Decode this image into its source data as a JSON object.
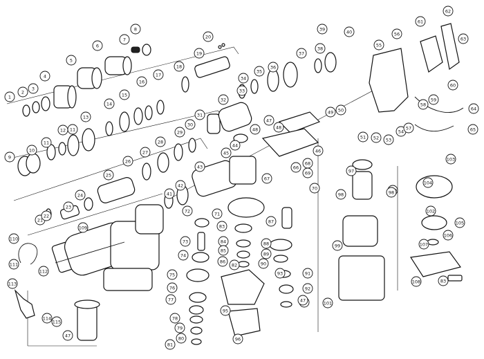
{
  "diagram": {
    "callouts": [
      {
        "label": "1"
      },
      {
        "label": "2"
      },
      {
        "label": "3"
      },
      {
        "label": "4"
      },
      {
        "label": "5"
      },
      {
        "label": "6"
      },
      {
        "label": "7"
      },
      {
        "label": "8"
      },
      {
        "label": "9"
      },
      {
        "label": "10"
      },
      {
        "label": "11"
      },
      {
        "label": "11"
      },
      {
        "label": "12"
      },
      {
        "label": "13"
      },
      {
        "label": "14"
      },
      {
        "label": "15"
      },
      {
        "label": "16"
      },
      {
        "label": "17"
      },
      {
        "label": "18"
      },
      {
        "label": "19"
      },
      {
        "label": "20"
      },
      {
        "label": "21"
      },
      {
        "label": "22"
      },
      {
        "label": "23"
      },
      {
        "label": "24"
      },
      {
        "label": "25"
      },
      {
        "label": "26"
      },
      {
        "label": "27"
      },
      {
        "label": "28"
      },
      {
        "label": "29"
      },
      {
        "label": "30"
      },
      {
        "label": "31"
      },
      {
        "label": "32"
      },
      {
        "label": "33"
      },
      {
        "label": "34"
      },
      {
        "label": "35"
      },
      {
        "label": "36"
      },
      {
        "label": "37"
      },
      {
        "label": "38"
      },
      {
        "label": "39"
      },
      {
        "label": "40"
      },
      {
        "label": "41"
      },
      {
        "label": "42"
      },
      {
        "label": "43"
      },
      {
        "label": "44"
      },
      {
        "label": "45"
      },
      {
        "label": "46"
      },
      {
        "label": "47"
      },
      {
        "label": "48"
      },
      {
        "label": "49"
      },
      {
        "label": "50"
      },
      {
        "label": "51"
      },
      {
        "label": "52"
      },
      {
        "label": "53"
      },
      {
        "label": "54"
      },
      {
        "label": "55"
      },
      {
        "label": "56"
      },
      {
        "label": "57"
      },
      {
        "label": "58"
      },
      {
        "label": "59"
      },
      {
        "label": "60"
      },
      {
        "label": "61"
      },
      {
        "label": "62"
      },
      {
        "label": "63"
      },
      {
        "label": "64"
      },
      {
        "label": "65"
      },
      {
        "label": "66"
      },
      {
        "label": "67"
      },
      {
        "label": "68"
      },
      {
        "label": "69"
      },
      {
        "label": "70"
      },
      {
        "label": "71"
      },
      {
        "label": "72"
      },
      {
        "label": "73"
      },
      {
        "label": "74"
      },
      {
        "label": "75"
      },
      {
        "label": "76"
      },
      {
        "label": "77"
      },
      {
        "label": "78"
      },
      {
        "label": "79"
      },
      {
        "label": "80"
      },
      {
        "label": "81"
      },
      {
        "label": "82"
      },
      {
        "label": "83"
      },
      {
        "label": "84"
      },
      {
        "label": "85"
      },
      {
        "label": "86"
      },
      {
        "label": "87"
      },
      {
        "label": "88"
      },
      {
        "label": "89"
      },
      {
        "label": "90"
      },
      {
        "label": "91"
      },
      {
        "label": "92"
      },
      {
        "label": "93"
      },
      {
        "label": "94"
      },
      {
        "label": "95"
      },
      {
        "label": "96"
      },
      {
        "label": "97"
      },
      {
        "label": "98"
      },
      {
        "label": "99"
      },
      {
        "label": "100"
      },
      {
        "label": "101"
      },
      {
        "label": "102"
      },
      {
        "label": "103"
      },
      {
        "label": "104"
      },
      {
        "label": "105"
      },
      {
        "label": "106"
      },
      {
        "label": "107"
      },
      {
        "label": "108"
      },
      {
        "label": "109"
      },
      {
        "label": "110"
      },
      {
        "label": "111"
      },
      {
        "label": "112"
      },
      {
        "label": "113"
      },
      {
        "label": "114"
      },
      {
        "label": "115"
      },
      {
        "label": "47"
      },
      {
        "label": "48"
      },
      {
        "label": "83"
      },
      {
        "label": "47"
      },
      {
        "label": "98"
      }
    ]
  }
}
